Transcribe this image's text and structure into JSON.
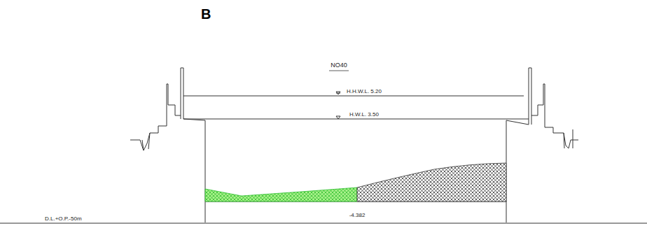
{
  "diagram": {
    "labels": [
      "B",
      "NO40",
      "H.H.W.L. 5.20",
      "H.W.L. 3.50",
      "-4.382",
      "D.L.+O.P.-50m"
    ]
  }
}
